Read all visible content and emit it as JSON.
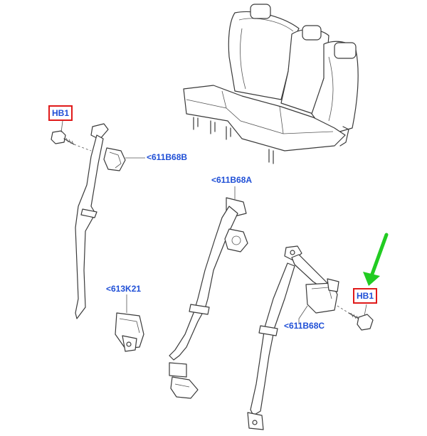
{
  "callouts": {
    "hb1_left": "HB1",
    "hb1_right": "HB1",
    "p611B68B": "<611B68B",
    "p611B68A": "<611B68A",
    "p613K21": "<613K21",
    "p611B68C": "<611B68C"
  },
  "colors": {
    "callout_text": "#1f4fd6",
    "highlight_box": "#e01a1a",
    "pointer_arrow": "#22cc22",
    "line_art": "#3a3a3a"
  }
}
